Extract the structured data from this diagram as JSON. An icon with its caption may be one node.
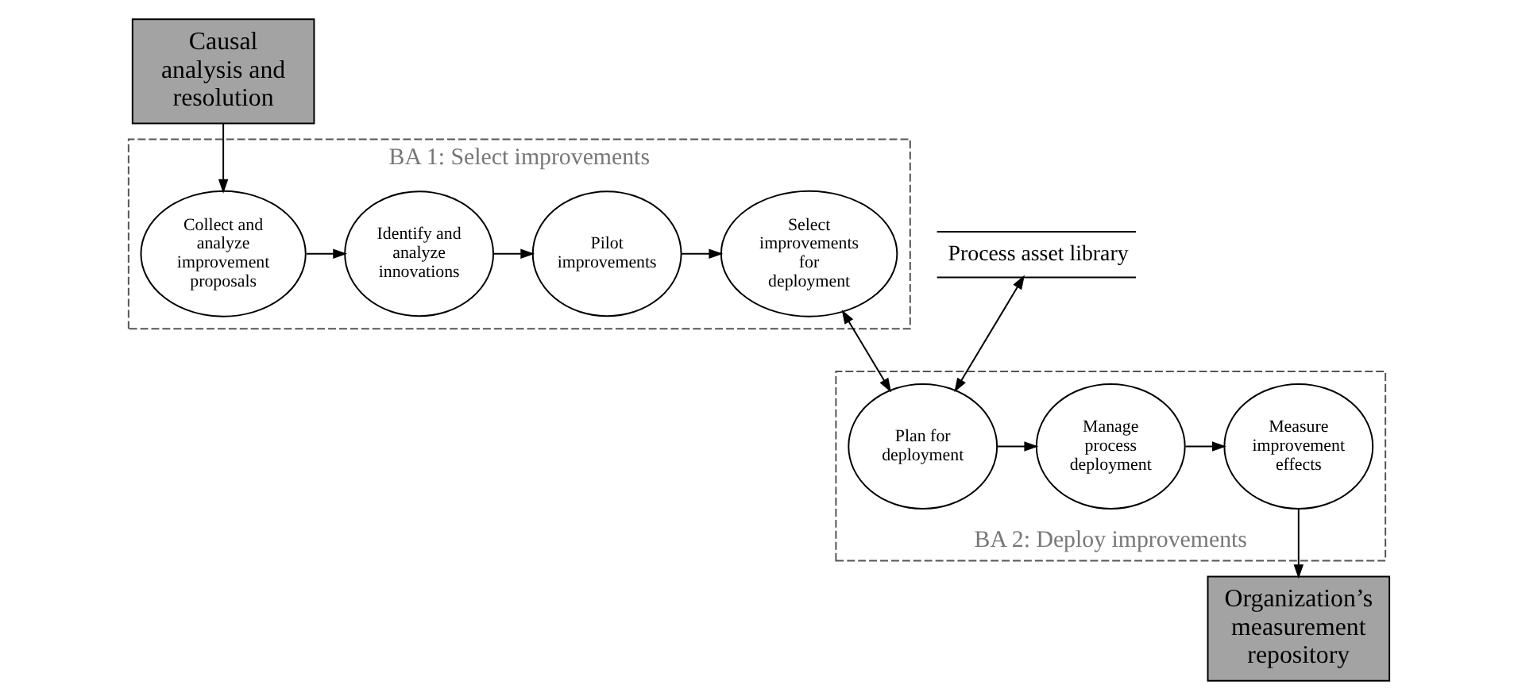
{
  "diagram": {
    "nodes": [
      {
        "text": [
          "Causal analysis and resolution"
        ]
      },
      {
        "text": [
          "BA 1: Select improvements"
        ]
      },
      {
        "text": [
          "Collect and analyze improvement proposals"
        ],
        "in": 1
      },
      {
        "text": [
          "Identify and analyze innovations"
        ],
        "in": 1
      },
      {
        "text": [
          "Pilot improvements"
        ],
        "in": 1
      },
      {
        "text": [
          "Select improvements for deployment"
        ],
        "in": 1
      },
      {
        "text": [
          "Process asset library"
        ]
      },
      {
        "text": [
          "BA 2: Deploy improvements"
        ]
      },
      {
        "text": [
          "Plan for deployment"
        ],
        "in": 7
      },
      {
        "text": [
          "Manage process deployment"
        ],
        "in": 7
      },
      {
        "text": [
          "Measure improvement effects"
        ],
        "in": 7
      },
      {
        "text": [
          "Organization’s measurement repository"
        ]
      }
    ],
    "edges": [
      {
        "from": 0,
        "to": 2,
        "arrow": "to"
      },
      {
        "from": 2,
        "to": 3,
        "arrow": "to"
      },
      {
        "from": 3,
        "to": 4,
        "arrow": "to"
      },
      {
        "from": 4,
        "to": 5,
        "arrow": "to"
      },
      {
        "from": 5,
        "to": 8,
        "arrow": "both"
      },
      {
        "from": 6,
        "to": 8,
        "arrow": "both"
      },
      {
        "from": 8,
        "to": 9,
        "arrow": "to"
      },
      {
        "from": 9,
        "to": 10,
        "arrow": "to"
      },
      {
        "from": 10,
        "to": 11,
        "arrow": "to"
      }
    ]
  }
}
